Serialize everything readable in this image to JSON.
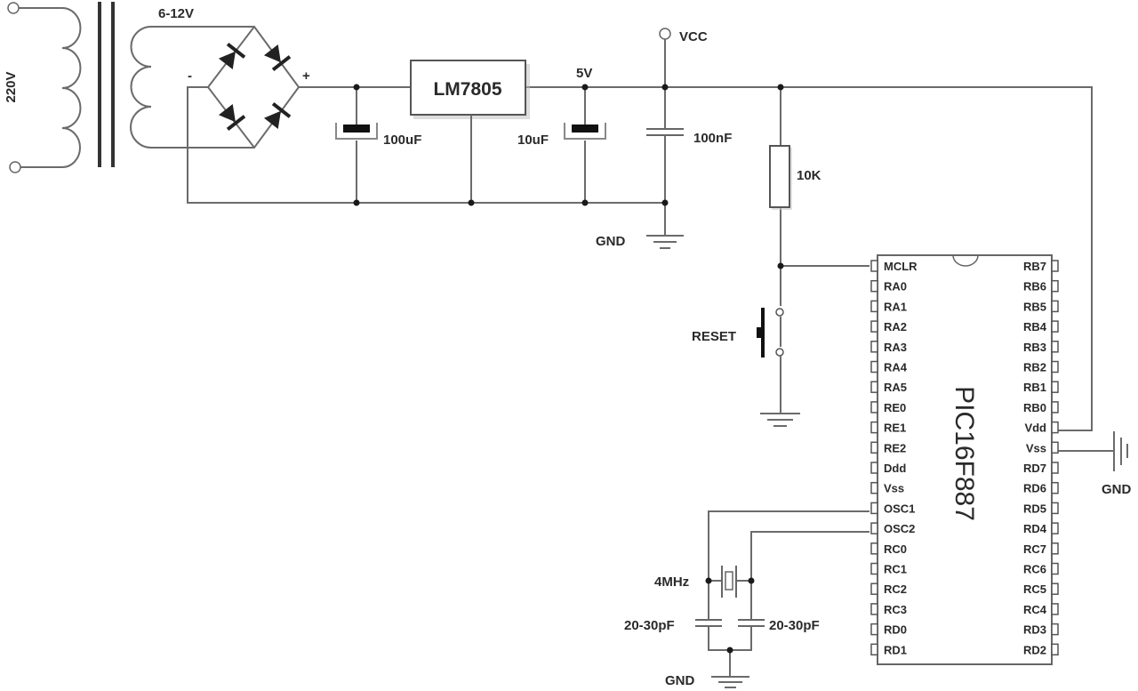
{
  "title": "PIC16F887 power supply and basic connection schematic",
  "colors": {
    "wire": "#6b6b6b",
    "text": "#2a2a2a",
    "background": "#ffffff"
  },
  "labels": {
    "mains_voltage": "220V",
    "secondary_voltage": "6-12V",
    "bridge_minus": "-",
    "bridge_plus": "+",
    "regulator": "LM7805",
    "regulated_voltage": "5V",
    "vcc": "VCC",
    "cap_input": "100uF",
    "cap_output": "10uF",
    "cap_decoupling": "100nF",
    "resistor_pullup": "10K",
    "reset_button": "RESET",
    "gnd_supply": "GND",
    "gnd_vss": "GND",
    "gnd_osc": "GND",
    "crystal": "4MHz",
    "osc_cap_left": "20-30pF",
    "osc_cap_right": "20-30pF"
  },
  "chip": {
    "name": "PIC16F887",
    "left_pins": [
      "MCLR",
      "RA0",
      "RA1",
      "RA2",
      "RA3",
      "RA4",
      "RA5",
      "RE0",
      "RE1",
      "RE2",
      "Ddd",
      "Vss",
      "OSC1",
      "OSC2",
      "RC0",
      "RC1",
      "RC2",
      "RC3",
      "RD0",
      "RD1"
    ],
    "right_pins": [
      "RB7",
      "RB6",
      "RB5",
      "RB4",
      "RB3",
      "RB2",
      "RB1",
      "RB0",
      "Vdd",
      "Vss",
      "RD7",
      "RD6",
      "RD5",
      "RD4",
      "RC7",
      "RC6",
      "RC5",
      "RC4",
      "RD3",
      "RD2"
    ]
  }
}
